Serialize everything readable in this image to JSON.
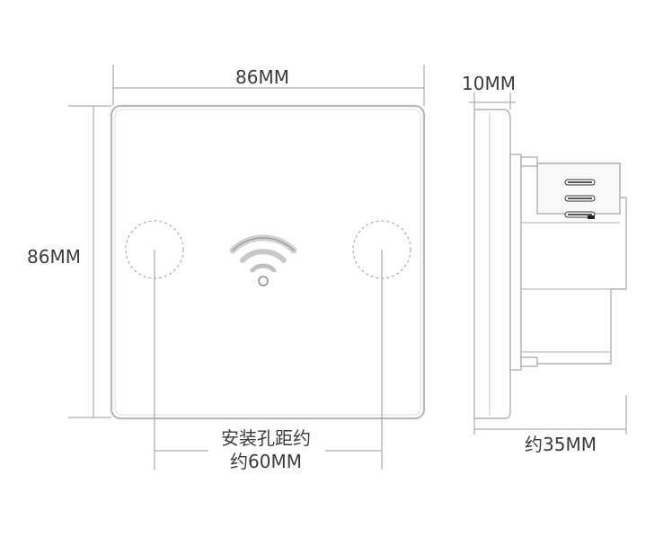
{
  "front_view": {
    "width_label": "86MM",
    "height_label": "86MM",
    "hole_spacing_line1": "安装孔距约",
    "hole_spacing_line2": "约60MM",
    "icon": "wifi-icon"
  },
  "side_view": {
    "thickness_label": "10MM",
    "depth_label": "约35MM"
  }
}
